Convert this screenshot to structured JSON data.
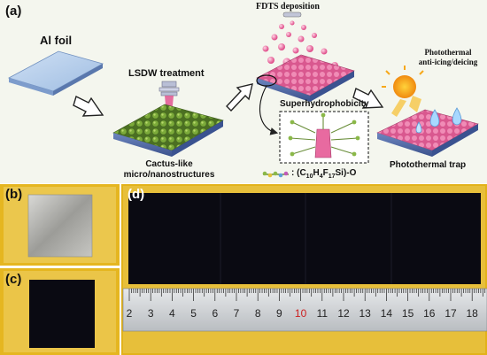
{
  "panels": {
    "a": "(a)",
    "b": "(b)",
    "c": "(c)",
    "d": "(d)"
  },
  "steps": {
    "al_foil": "Al foil",
    "lsdw": "LSDW treatment",
    "cactus_line1": "Cactus-like",
    "cactus_line2": "micro/nanostructures",
    "fdts": "FDTS deposition",
    "superhydro": "Superhydrophobicity",
    "photothermal_line1": "Photothermal",
    "photothermal_line2": "anti-icing/deicing",
    "trap": "Photothermal trap"
  },
  "formula": {
    "prefix": ": (C",
    "sub1": "10",
    "mid1": "H",
    "sub2": "4",
    "mid2": "F",
    "sub3": "17",
    "suffix": "Si)-O"
  },
  "ruler": {
    "numbers": [
      "2",
      "3",
      "4",
      "5",
      "6",
      "7",
      "8",
      "9",
      "10",
      "11",
      "12",
      "13",
      "14",
      "15",
      "16",
      "17",
      "18"
    ],
    "highlight": "10"
  },
  "colors": {
    "panel_bg": "#f4f6ee",
    "tape": "#e2b21a",
    "sample_black": "#0a0a12",
    "pink_layer": "#e86aa0",
    "green_cactus": "#5c8e2a",
    "laser": "#e0558f",
    "sun": "#f7a81b",
    "ruler_red": "#cc1f1f"
  }
}
